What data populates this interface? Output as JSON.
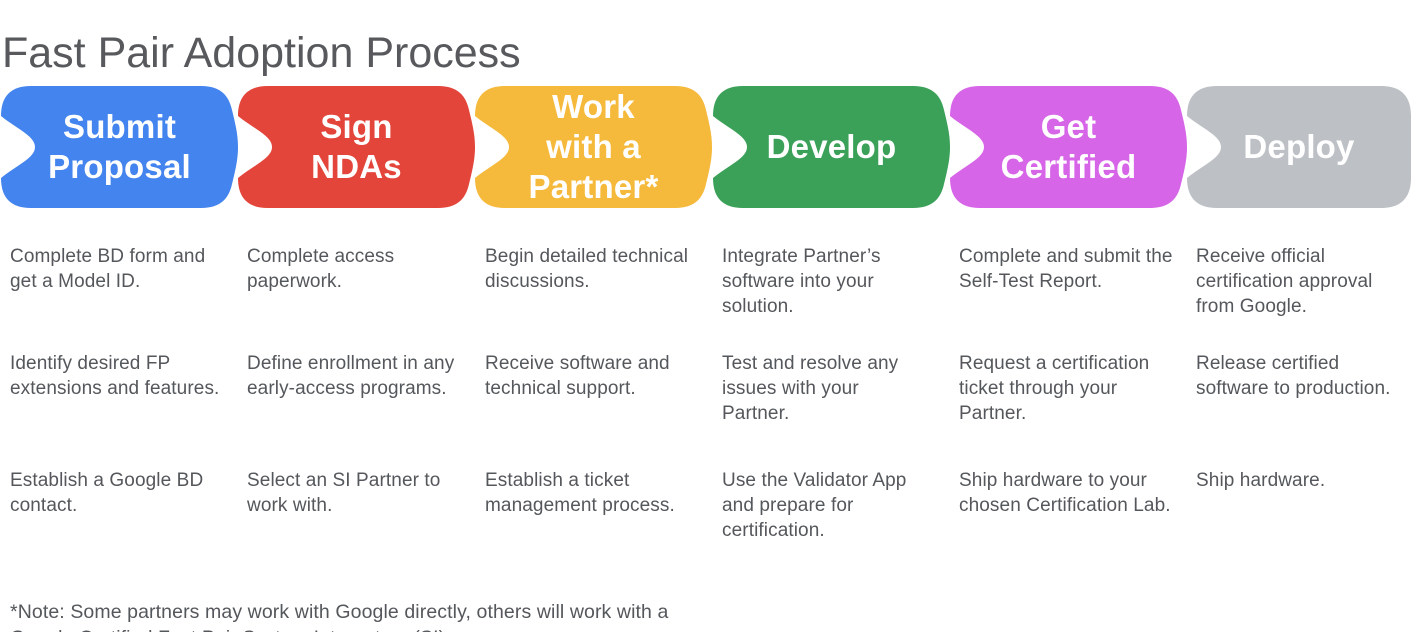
{
  "page": {
    "title": "Fast Pair Adoption Process",
    "footnote": "*Note: Some partners may work with Google directly, others will work with a Google Certified Fast Pair System Integrators (SI)."
  },
  "colors": {
    "background": "#ffffff",
    "title_text": "#57595d",
    "body_text": "#54575b",
    "label_text": "#ffffff"
  },
  "stages": [
    {
      "name": "submit-proposal",
      "color": "#4384EE",
      "label": "Submit Proposal",
      "label_lines": [
        "Submit",
        "Proposal"
      ],
      "bullets": [
        "Complete BD form and get a Model ID.",
        "Identify desired FP extensions and features.",
        "Establish a Google BD contact."
      ]
    },
    {
      "name": "sign-ndas",
      "color": "#E3453A",
      "label": "Sign NDAs",
      "label_lines": [
        "Sign",
        "NDAs"
      ],
      "bullets": [
        "Complete access paperwork.",
        "Define enrollment in any early-access programs.",
        "Select an SI Partner to work with."
      ]
    },
    {
      "name": "work-with-a-partner",
      "color": "#F5B93B",
      "label": "Work with a Partner*",
      "label_lines": [
        "Work",
        "with a",
        "Partner*"
      ],
      "bullets": [
        "Begin detailed technical discussions.",
        "Receive software and technical support.",
        "Establish a ticket management process."
      ]
    },
    {
      "name": "develop",
      "color": "#3BA159",
      "label": "Develop",
      "label_lines": [
        "Develop"
      ],
      "bullets": [
        "Integrate Partner’s software into your solution.",
        "Test and resolve any issues with your Partner.",
        "Use the Validator App and prepare for certification."
      ]
    },
    {
      "name": "get-certified",
      "color": "#D765E8",
      "label": "Get Certified",
      "label_lines": [
        "Get",
        "Certified"
      ],
      "bullets": [
        "Complete and submit the Self-Test Report.",
        "Request a certification ticket through your Partner.",
        "Ship hardware to your chosen Certification Lab."
      ]
    },
    {
      "name": "deploy",
      "color": "#BDC1C5",
      "label": "Deploy",
      "label_lines": [
        "Deploy"
      ],
      "bullets": [
        "Receive official certification approval from Google.",
        "Release certified software to production.",
        "Ship hardware."
      ]
    }
  ]
}
